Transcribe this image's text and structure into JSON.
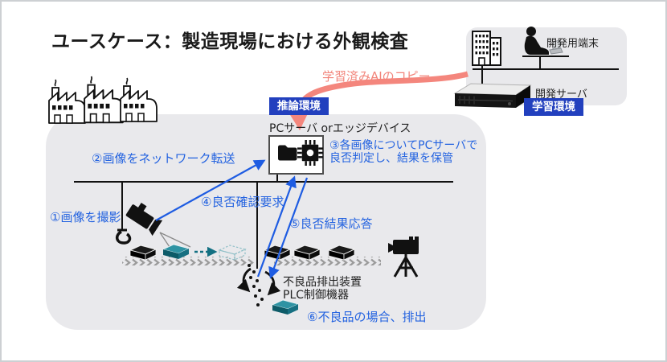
{
  "title": "ユースケース：製造現場における外観検査",
  "colors": {
    "badge_blue": "#2240be",
    "label_blue": "#2463e0",
    "arrow_blue": "#1e5ce2",
    "copy_pink": "#f4867d",
    "teal_top": "#2e93a3",
    "teal_front": "#0d5b68",
    "panel_gray": "#e9e9ec"
  },
  "learning_env": {
    "badge": "学習環境",
    "terminal_label": "開発用端末",
    "server_label": "開発サーバ",
    "icons": [
      "office-building-icon",
      "developer-at-laptop-icon",
      "rack-server-icon"
    ]
  },
  "copy_arrow": {
    "label": "学習済みAIのコピー"
  },
  "inference_env": {
    "badge": "推論環境",
    "device_label": "PCサーバ orエッジデバイス",
    "icons": [
      "factory-icon",
      "folder-icon",
      "ai-chip-icon",
      "security-camera-icon",
      "conveyor-belt",
      "product-box-icon",
      "defect-box-icon",
      "video-camera-icon",
      "ejector-spray-icon"
    ],
    "steps": {
      "s1": "①画像を撮影",
      "s2": "②画像をネットワーク転送",
      "s3_line1": "③各画像についてPCサーバで",
      "s3_line2": "良否判定し、結果を保管",
      "s4": "④良否確認要求",
      "s5": "⑤良否結果応答",
      "s6": "⑥不良品の場合、排出"
    },
    "ejector": {
      "line1": "不良品排出装置",
      "line2": "PLC制御機器"
    }
  }
}
